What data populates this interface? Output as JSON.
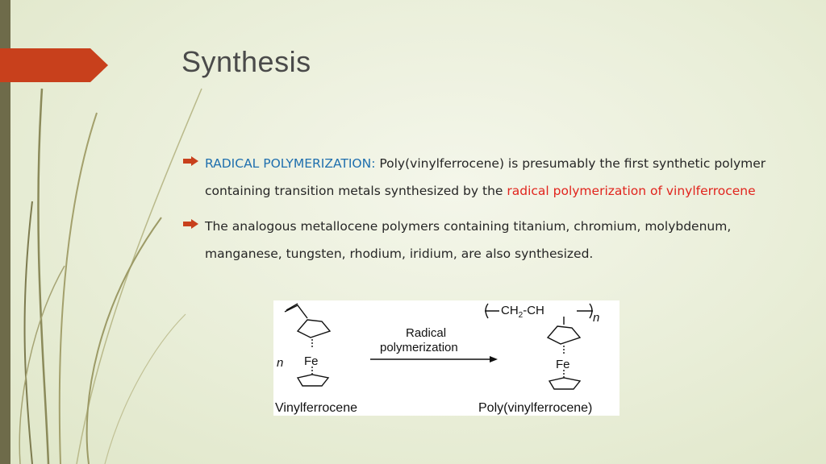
{
  "slide": {
    "title": "Synthesis",
    "bullets": [
      {
        "lead": "RADICAL POLYMERIZATION:",
        "text_1": " Poly(vinylferrocene) is presumably the first synthetic polymer containing transition metals synthesized by the ",
        "highlight": "radical polymerization of vinylferrocene"
      },
      {
        "text": " The analogous metallocene polymers containing titanium, chromium, molybdenum, manganese, tungsten, rhodium, iridium, are also synthesized."
      }
    ]
  },
  "figure": {
    "n_label": "n",
    "fe_left": "Fe",
    "fe_right": "Fe",
    "arrow_label_1": "Radical",
    "arrow_label_2": "polymerization",
    "monomer_name": "Vinylferrocene",
    "polymer_name": "Poly(vinylferrocene)",
    "repeat_unit": "CH",
    "repeat_sub": "2",
    "repeat_dash": "-CH",
    "repeat_n": "n"
  },
  "colors": {
    "accent_blue": "#1f6fae",
    "accent_red": "#e1241d",
    "arrow_orange": "#c8401c"
  }
}
